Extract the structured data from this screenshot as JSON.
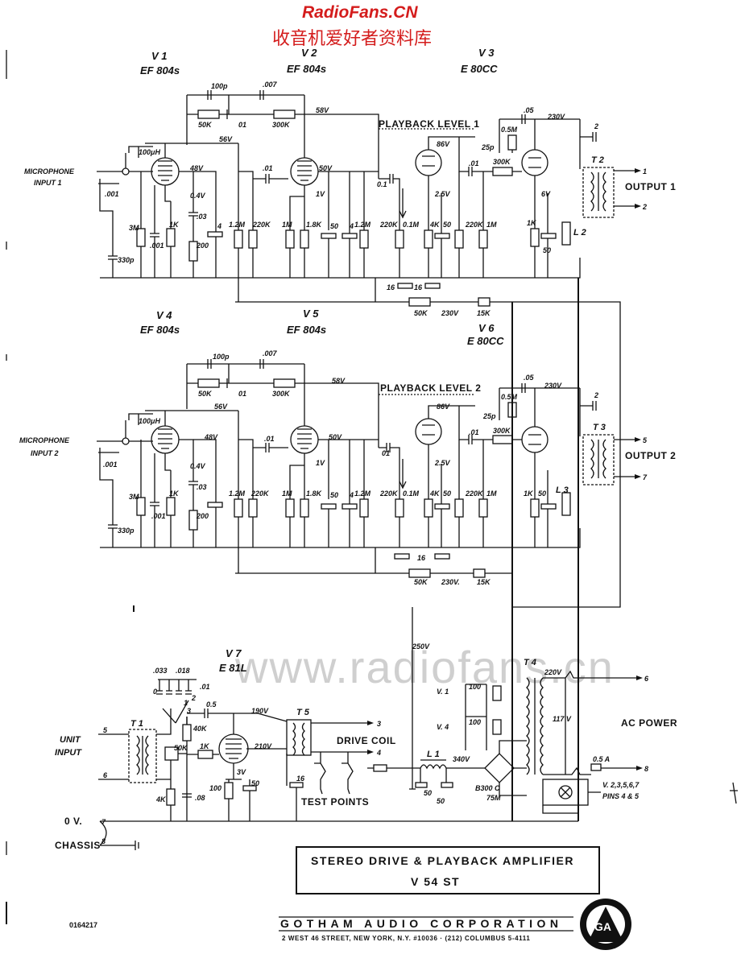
{
  "watermark": {
    "site": "RadioFans.CN",
    "chinese": "收音机爱好者资料库",
    "faint": "www.radiofans.cn"
  },
  "channel1": {
    "v1": "V 1",
    "v1_type": "EF 804s",
    "v2": "V 2",
    "v2_type": "EF 804s",
    "v3": "V 3",
    "v3_type": "E 80CC",
    "input_line1": "MICROPHONE",
    "input_line2": "INPUT 1",
    "playback": "PLAYBACK LEVEL 1",
    "output": "OUTPUT 1",
    "transformer": "T 2",
    "choke": "L 2",
    "pin_a": "1",
    "pin_b": "2"
  },
  "channel2": {
    "v4": "V 4",
    "v4_type": "EF 804s",
    "v5": "V 5",
    "v5_type": "EF 804s",
    "v6": "V 6",
    "v6_type": "E 80CC",
    "input_line1": "MICROPHONE",
    "input_line2": "INPUT 2",
    "playback": "PLAYBACK LEVEL 2",
    "output": "OUTPUT 2",
    "transformer": "T 3",
    "choke": "L 3",
    "pin_a": "5",
    "pin_b": "7"
  },
  "components_ch1": {
    "c_100p": "100p",
    "c_007": ".007",
    "r_50k": "50K",
    "c_01": "01",
    "r_300k": "300K",
    "v_58": "58V",
    "v_56": "56V",
    "v_48": "48V",
    "v_04": "0.4V",
    "c_03": ".03",
    "v_50": "50V",
    "v_1": "1V",
    "c_01b": ".01",
    "r_3m": "3M",
    "c_001": ".001",
    "r_1k": "1K",
    "r_200": "200",
    "c_4": "4",
    "r_12m": "1.2M",
    "r_220k": "220K",
    "r_1m": "1M",
    "r_18k": "1.8K",
    "c_50": "50",
    "c_4b": "4",
    "r_12mb": "1.2M",
    "r_220kb": "220K",
    "r_01m": "0.1M",
    "r_4k": "4K",
    "c_50b": "50",
    "r_220kc": "220K",
    "r_1mb": "1M",
    "c_330p": "330p",
    "c_001b": ".001",
    "mu": "100μH",
    "v_86": "86V",
    "v_25": "2.5V",
    "c_01c": "0.1",
    "c_01d": ".01",
    "c_05": ".05",
    "r_05m": "0.5M",
    "c_25p": "25p",
    "r_300kb": "300K",
    "v_230": "230V",
    "v_6": "6V",
    "r_1kb": "1K",
    "c_50c": "50",
    "c_2": "2",
    "c_16a": "16",
    "c_16b": "16",
    "r_50kb": "50K",
    "v_230b": "230V",
    "r_15k": "15K"
  },
  "components_ch2": {
    "c_100p": "100p",
    "c_007": ".007",
    "r_50k": "50K",
    "c_01": "01",
    "r_300k": "300K",
    "v_58": "58V",
    "v_56": "56V",
    "v_48": "48V",
    "v_04": "0.4V",
    "c_03": ".03",
    "v_50": "50V",
    "v_1": "1V",
    "c_01b": ".01",
    "r_3m": "3M",
    "c_001": ".001",
    "r_1k": "1K",
    "r_200": "200",
    "r_12m": "1.2M",
    "r_220k": "220K",
    "r_1m": "1M",
    "r_18k": "1.8K",
    "c_50": "50",
    "c_4b": "4",
    "r_12mb": "1.2M",
    "r_220kb": "220K",
    "r_01m": "0.1M",
    "r_4k": "4K",
    "c_50b": "50",
    "r_220kc": "220K",
    "r_1mb": "1M",
    "c_330p": "330p",
    "c_001b": ".001",
    "mu": "100μH",
    "v_86": "86V",
    "v_25": "2.5V",
    "c_01c": "01",
    "c_01d": ".01",
    "c_05": ".05",
    "r_05m": "0.5M",
    "c_25p": "25p",
    "r_300kb": "300K",
    "v_230": "230V",
    "r_1kb": "1K",
    "c_50c": "50",
    "c_2": "2",
    "c_16": "16",
    "r_50kb": "50K",
    "v_230b": "230V.",
    "r_15k": "15K"
  },
  "drive": {
    "v7": "V 7",
    "v7_type": "E 81L",
    "c_033": ".033",
    "c_018": ".018",
    "c_01": ".01",
    "sw_0": "0",
    "sw_1": "1",
    "sw_2": "2",
    "sw_3": "3",
    "c_05": "0.5",
    "r_40k": "40K",
    "r_50k": "50K",
    "r_1k": "1K",
    "v_190": "190V",
    "v_210": "210V",
    "v_3": "3V",
    "r_100": "100",
    "c_50": "50",
    "r_4k": "4K",
    "c_08": ".08",
    "t1": "T 1",
    "t5": "T 5",
    "unit1": "UNIT",
    "unit2": "INPUT",
    "pin5": "5",
    "pin6": "6",
    "pin3": "3",
    "pin4": "4",
    "c_16": "16",
    "drive_coil": "DRIVE COIL",
    "test_points": "TEST POINTS",
    "ov": "0 V.",
    "chassis": "CHASSIS",
    "pin7": "7",
    "pin8": "8"
  },
  "power": {
    "v_250": "250V",
    "t4": "T 4",
    "v1": "V. 1",
    "v4": "V. 4",
    "r_100a": "100",
    "r_100b": "100",
    "v_220": "220V",
    "v_117": "117 V",
    "ac_power": "AC POWER",
    "fuse": "0.5 A",
    "l1": "L 1",
    "v_340": "340V",
    "rect": "B300 C",
    "rect2": "75M",
    "c_50a": "50",
    "c_50b": "50",
    "pins_a": "V. 2,3,5,6,7",
    "pins_b": "PINS 4 & 5",
    "pin6": "6",
    "pin8": "8"
  },
  "title_block": {
    "line1": "STEREO DRIVE & PLAYBACK AMPLIFIER",
    "line2": "V 54 ST"
  },
  "footer": {
    "drawing_no": "0164217",
    "corporation": "GOTHAM AUDIO CORPORATION",
    "address": "2 WEST 46 STREET, NEW YORK, N.Y. #10036 · (212) COLUMBUS 5-4111",
    "logo_letters": "GA"
  }
}
